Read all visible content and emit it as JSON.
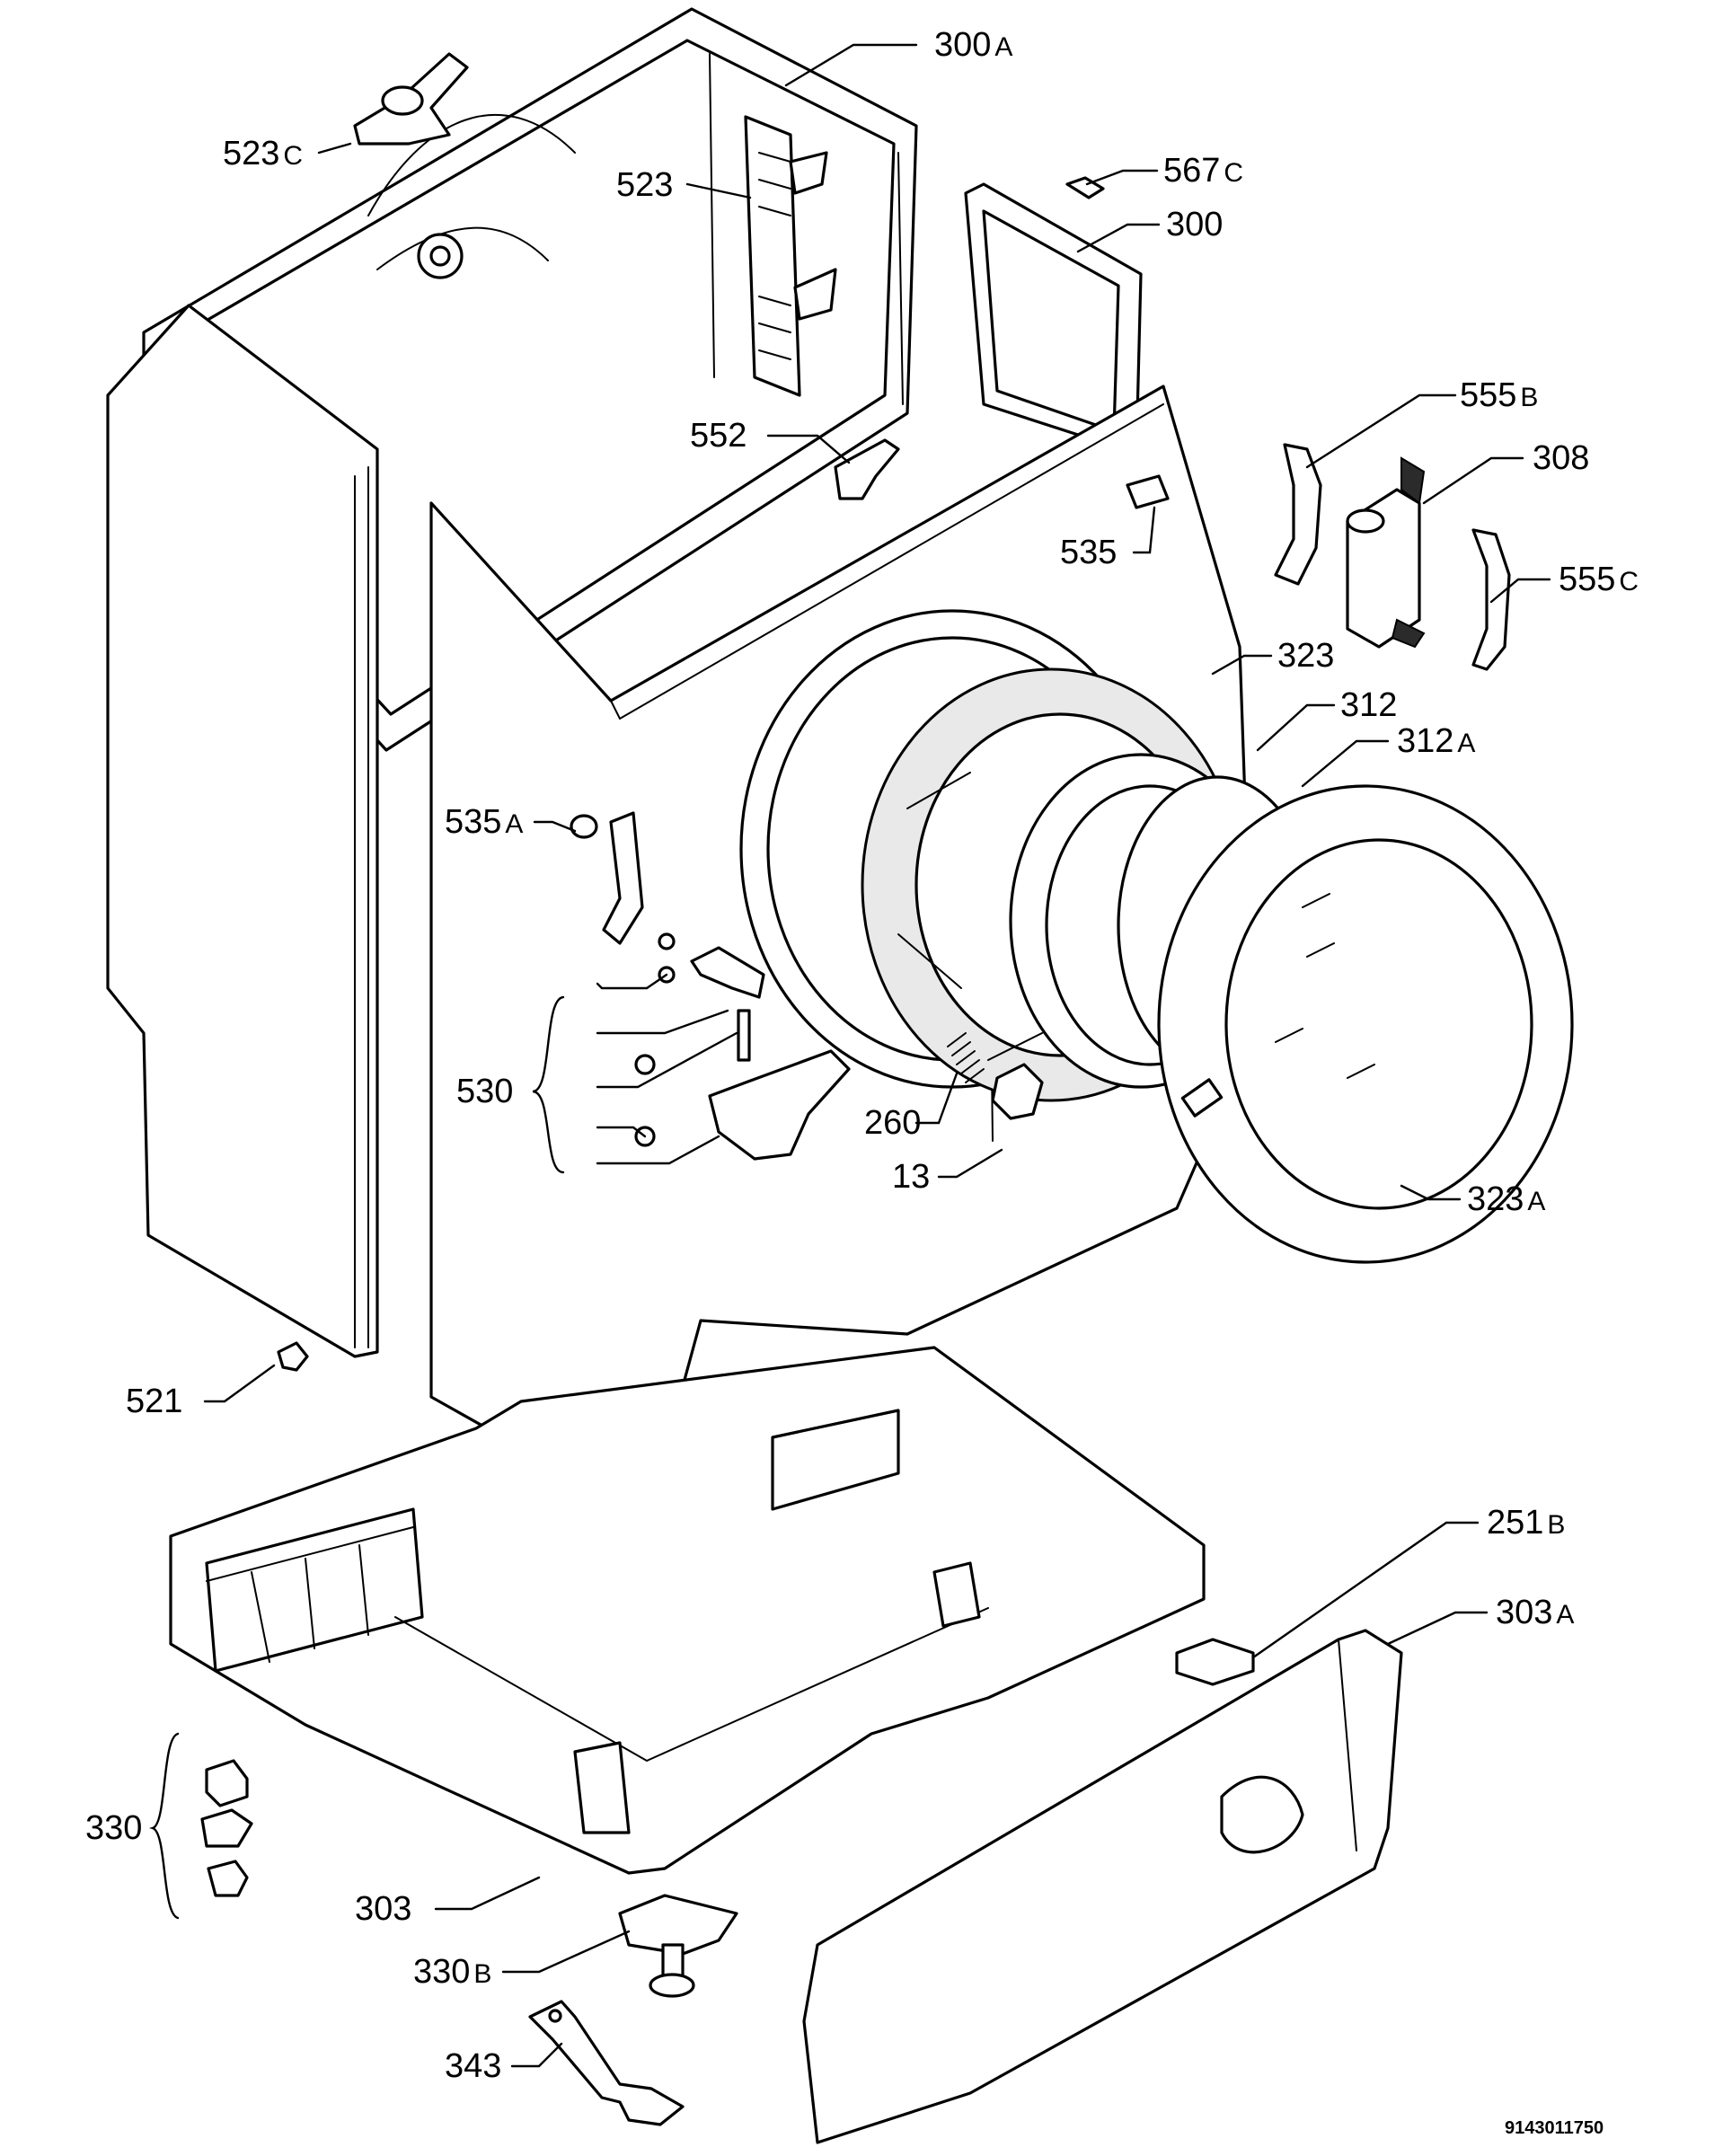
{
  "diagram": {
    "drawing_number": "9143011750",
    "callouts": [
      {
        "id": "c-300a",
        "number": "300",
        "suffix": "A"
      },
      {
        "id": "c-523c",
        "number": "523",
        "suffix": "C"
      },
      {
        "id": "c-523",
        "number": "523",
        "suffix": ""
      },
      {
        "id": "c-567c",
        "number": "567",
        "suffix": "C"
      },
      {
        "id": "c-300",
        "number": "300",
        "suffix": ""
      },
      {
        "id": "c-555b",
        "number": "555",
        "suffix": "B"
      },
      {
        "id": "c-552",
        "number": "552",
        "suffix": ""
      },
      {
        "id": "c-308",
        "number": "308",
        "suffix": ""
      },
      {
        "id": "c-535",
        "number": "535",
        "suffix": ""
      },
      {
        "id": "c-555c",
        "number": "555",
        "suffix": "C"
      },
      {
        "id": "c-323",
        "number": "323",
        "suffix": ""
      },
      {
        "id": "c-312",
        "number": "312",
        "suffix": ""
      },
      {
        "id": "c-312a",
        "number": "312",
        "suffix": "A"
      },
      {
        "id": "c-535a",
        "number": "535",
        "suffix": "A"
      },
      {
        "id": "c-530",
        "number": "530",
        "suffix": ""
      },
      {
        "id": "c-260",
        "number": "260",
        "suffix": ""
      },
      {
        "id": "c-13",
        "number": "13",
        "suffix": ""
      },
      {
        "id": "c-323a",
        "number": "323",
        "suffix": "A"
      },
      {
        "id": "c-521",
        "number": "521",
        "suffix": ""
      },
      {
        "id": "c-251b",
        "number": "251",
        "suffix": "B"
      },
      {
        "id": "c-303a",
        "number": "303",
        "suffix": "A"
      },
      {
        "id": "c-330",
        "number": "330",
        "suffix": ""
      },
      {
        "id": "c-303",
        "number": "303",
        "suffix": ""
      },
      {
        "id": "c-330b",
        "number": "330",
        "suffix": "B"
      },
      {
        "id": "c-343",
        "number": "343",
        "suffix": ""
      }
    ]
  }
}
